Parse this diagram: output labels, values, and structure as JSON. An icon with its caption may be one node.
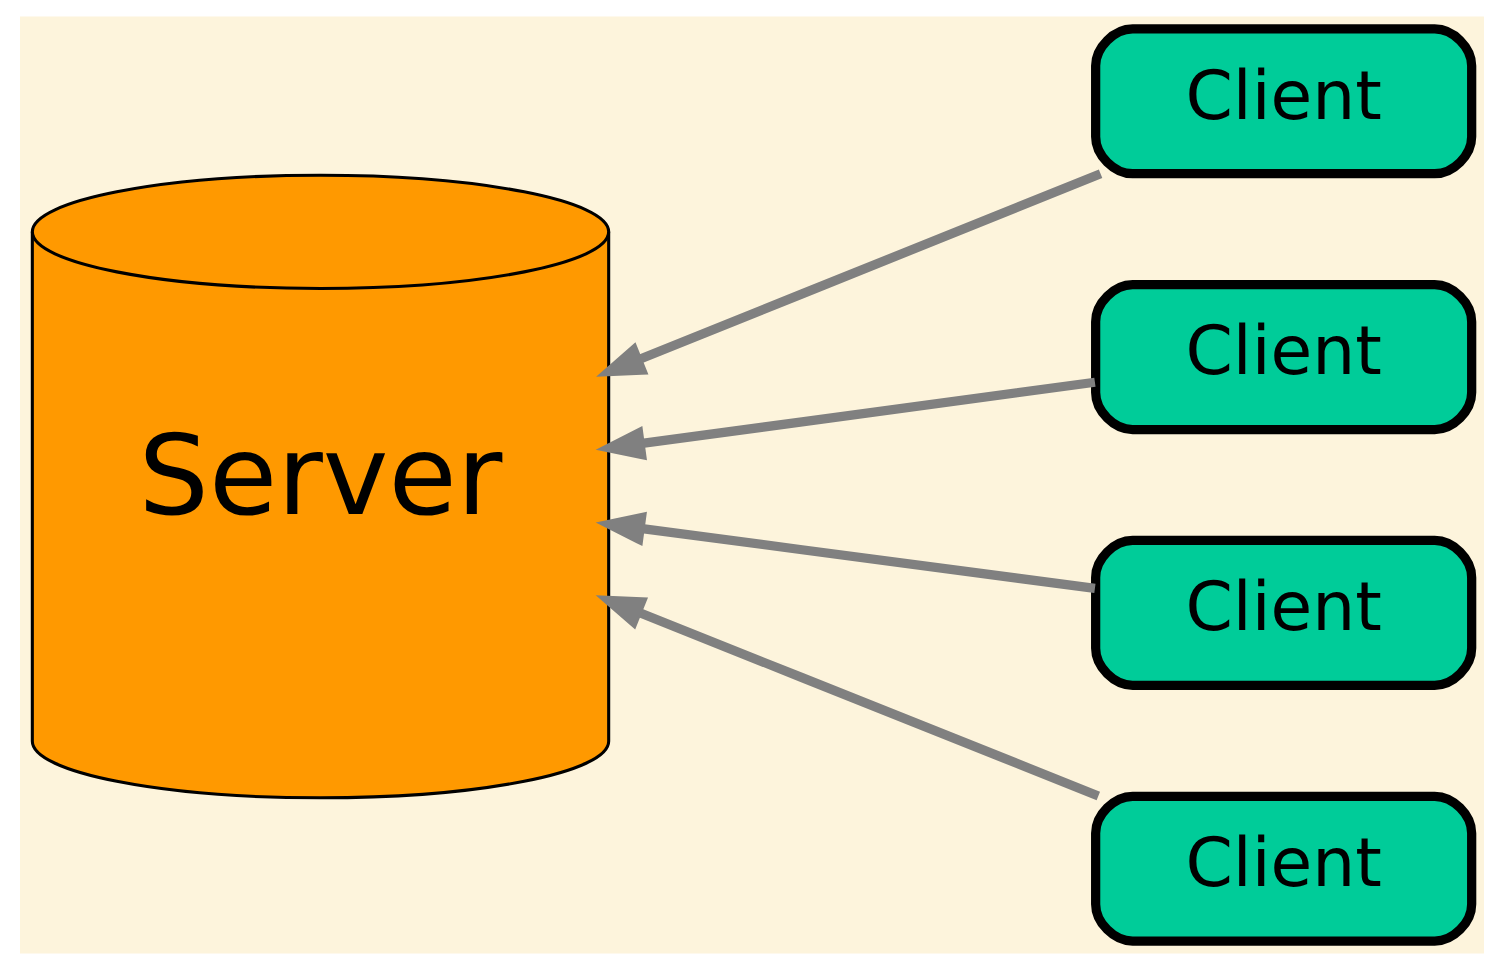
{
  "diagram": {
    "nodes": [
      {
        "text": [
          "Server"
        ]
      },
      {
        "text": [
          "Client"
        ]
      },
      {
        "text": [
          "Client"
        ]
      },
      {
        "text": [
          "Client"
        ]
      },
      {
        "text": [
          "Client"
        ]
      }
    ],
    "edges": [
      {
        "from": 1,
        "to": 0,
        "arrow": "to"
      },
      {
        "from": 2,
        "to": 0,
        "arrow": "to"
      },
      {
        "from": 3,
        "to": 0,
        "arrow": "to"
      },
      {
        "from": 4,
        "to": 0,
        "arrow": "to"
      }
    ]
  }
}
